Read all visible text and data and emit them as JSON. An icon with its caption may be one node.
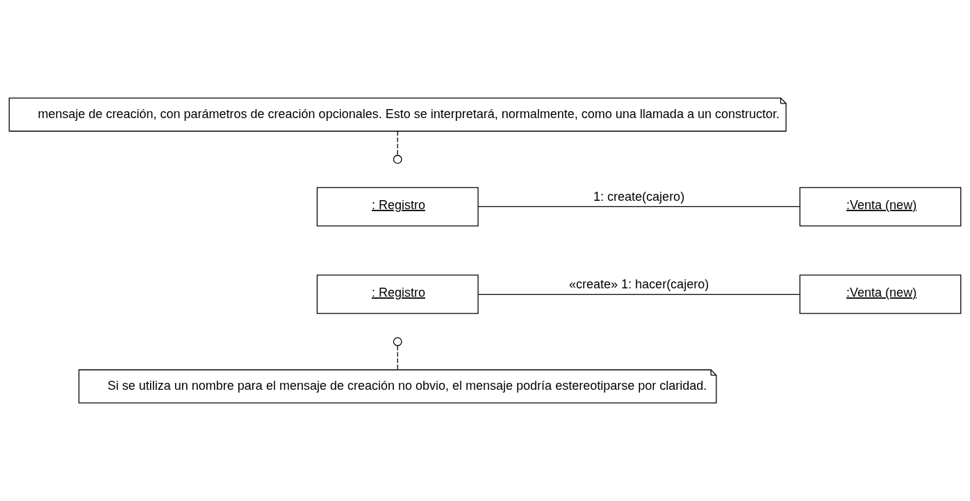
{
  "diagram": {
    "nodes": [
      {
        "text": [
          "mensaje de creación, con parámetros de creación opcionales. Esto se interpretará, normalmente, como una llamada a un constructor."
        ]
      },
      {
        "text": [],
        "shape": "circle"
      },
      {
        "text": [
          ": Registro"
        ]
      },
      {
        "text": [
          ":Venta (new)"
        ]
      },
      {
        "text": [
          ": Registro"
        ]
      },
      {
        "text": [
          ":Venta (new)"
        ]
      },
      {
        "text": [],
        "shape": "circle"
      },
      {
        "text": [
          "Si se utiliza un nombre para el mensaje de creación no obvio, el mensaje podría estereotiparse por claridad."
        ]
      }
    ],
    "edges": [
      {
        "from": 0,
        "to": 1,
        "arrow": "none",
        "style": "dashed"
      },
      {
        "from": 2,
        "to": 3,
        "arrow": "none",
        "label": "1: create(cajero)"
      },
      {
        "from": 4,
        "to": 5,
        "arrow": "none",
        "label": "«create» 1: hacer(cajero)"
      },
      {
        "from": 6,
        "to": 7,
        "arrow": "none",
        "style": "dashed"
      }
    ]
  }
}
